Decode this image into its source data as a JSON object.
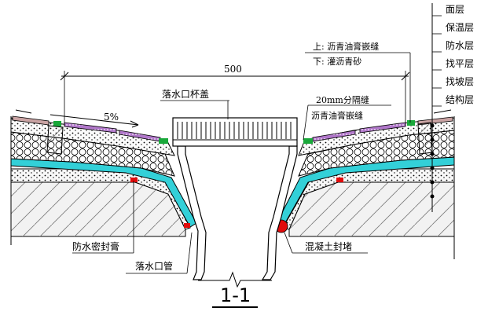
{
  "drawing": {
    "section_title": "1-1",
    "dimension": "500",
    "slope": "5%"
  },
  "labels": {
    "outlet_cover": "落水口杯盖",
    "outlet_pipe": "落水口管",
    "sealant": "防水密封膏",
    "gap": "20mm分隔缝",
    "asphalt_joint": "沥青油膏嵌缝",
    "upper_note": "上: 沥青油膏嵌缝",
    "lower_note": "下: 灌沥青砂",
    "concrete_plug": "混凝土封堵"
  },
  "layers": [
    "面层",
    "保温层",
    "防水层",
    "找平层",
    "找坡层",
    "结构层"
  ],
  "colors": {
    "waterproof": "#33d0d8",
    "surface_tile": "#b077c9",
    "joint": "#19a83a",
    "plug": "#e10b0b",
    "concrete_fill": "#eeeeee"
  }
}
